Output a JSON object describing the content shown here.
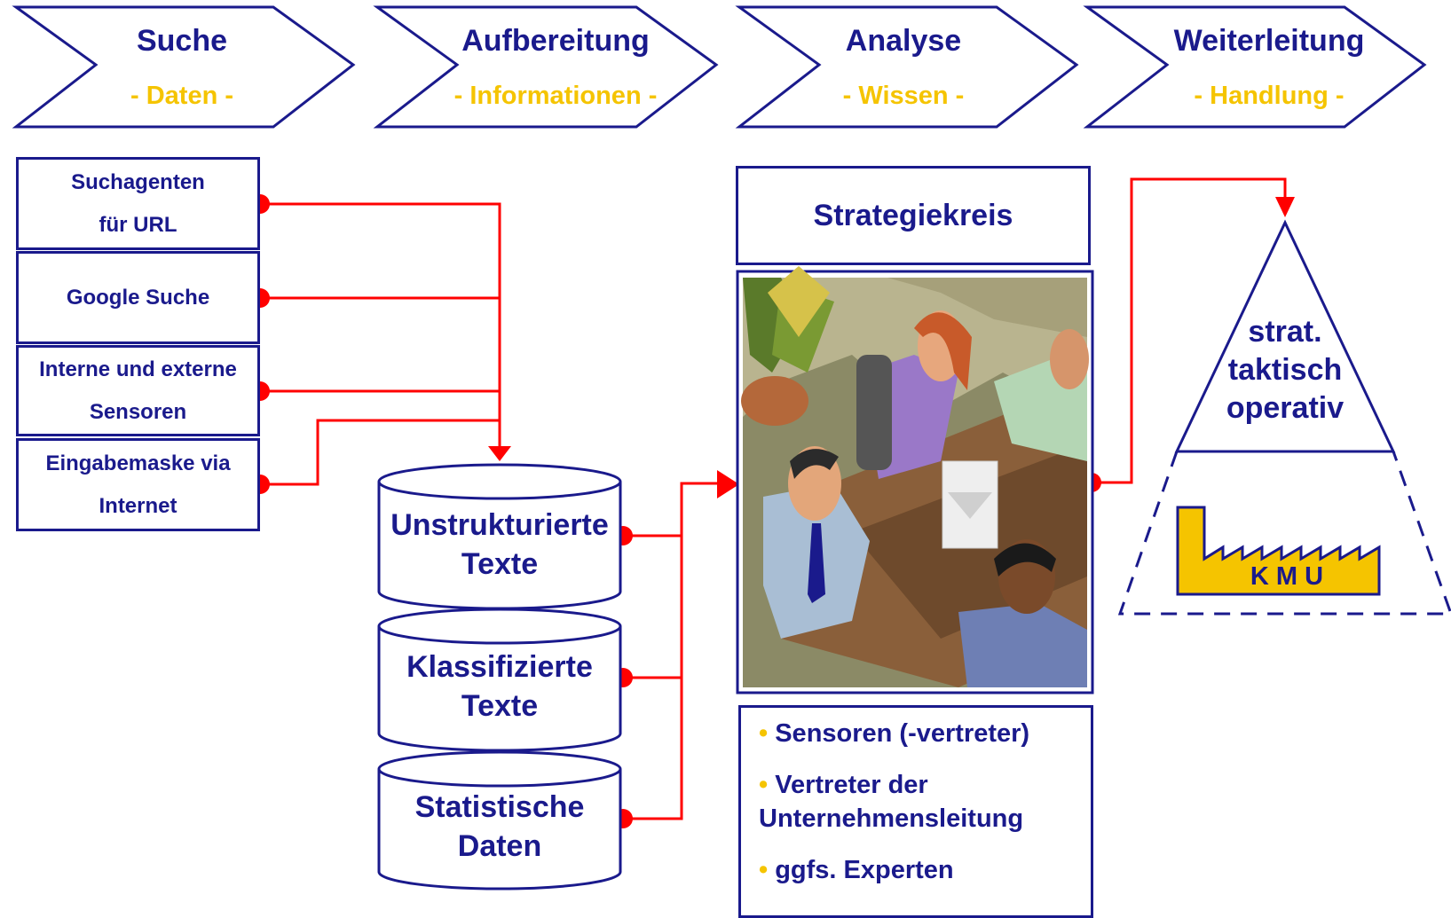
{
  "stages": [
    {
      "title": "Suche",
      "subtitle": "- Daten -"
    },
    {
      "title": "Aufbereitung",
      "subtitle": "- Informationen -"
    },
    {
      "title": "Analyse",
      "subtitle": "- Wissen -"
    },
    {
      "title": "Weiterleitung",
      "subtitle": "- Handlung -"
    }
  ],
  "sources": [
    {
      "line1": "Suchagenten",
      "line2": "für URL"
    },
    {
      "line1": "Google Suche",
      "line2": ""
    },
    {
      "line1": "Interne und externe",
      "line2": "Sensoren"
    },
    {
      "line1": "Eingabemaske via",
      "line2": "Internet"
    }
  ],
  "databases": [
    {
      "line1": "Unstrukturierte",
      "line2": "Texte"
    },
    {
      "line1": "Klassifizierte",
      "line2": "Texte"
    },
    {
      "line1": "Statistische",
      "line2": "Daten"
    }
  ],
  "strategy": {
    "title": "Strategiekreis",
    "bullet_char": "•",
    "members": [
      "Sensoren (-vertreter)",
      "Vertreter der Unternehmensleitung",
      "ggfs. Experten"
    ]
  },
  "pyramid": {
    "levels": [
      "strat.",
      "taktisch",
      "operativ"
    ],
    "factory_label": "K M U"
  },
  "colors": {
    "dark_blue": "#1a1a8c",
    "accent_yellow": "#f5c400",
    "connector_red": "#ff0000"
  }
}
